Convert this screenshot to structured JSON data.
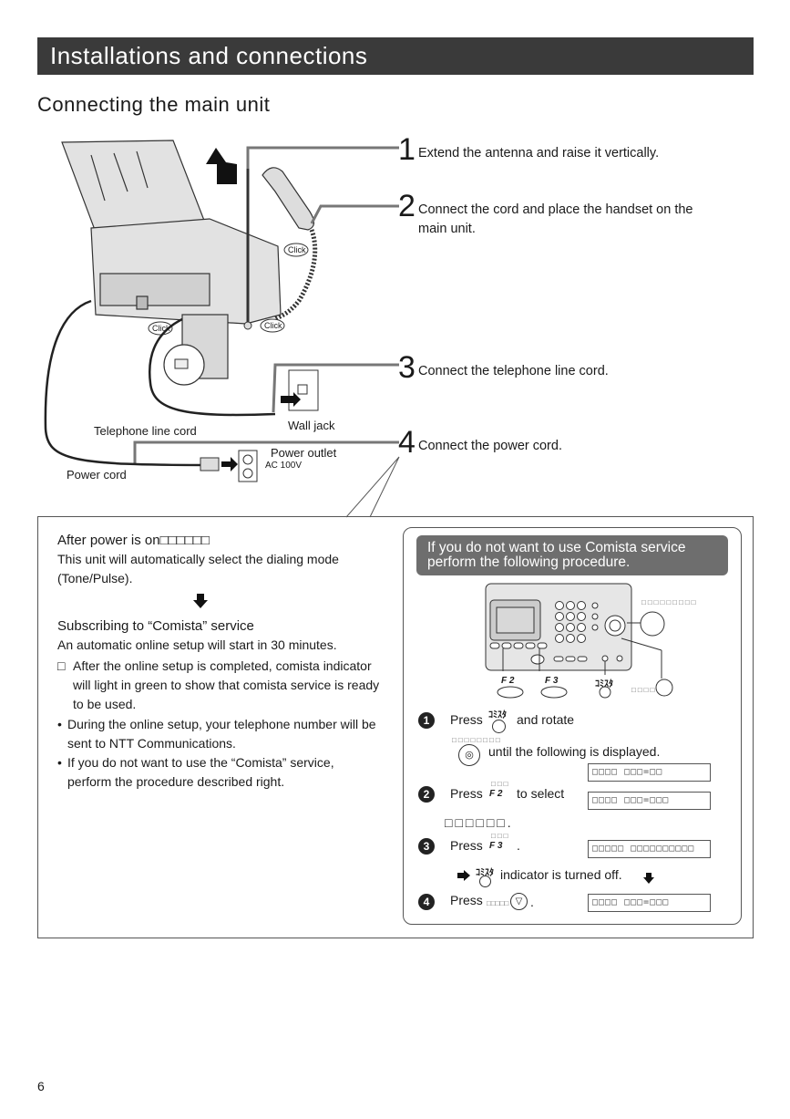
{
  "header": {
    "title": "Installations and connections"
  },
  "section_title": "Connecting the main unit",
  "steps": [
    {
      "num": "1",
      "text": "Extend the antenna and raise it vertically."
    },
    {
      "num": "2",
      "text": "Connect the cord and place the handset on the main unit."
    },
    {
      "num": "3",
      "text": "Connect the telephone line cord."
    },
    {
      "num": "4",
      "text": "Connect the power cord."
    }
  ],
  "illustration": {
    "click_label": "Click",
    "telephone_line_cord": "Telephone line cord",
    "wall_jack": "Wall jack",
    "power_outlet": "Power outlet",
    "ac": "AC 100V",
    "power_cord": "Power cord"
  },
  "after_power": {
    "title": "After power is on",
    "title_suffix": "□□□□□□",
    "text": "This unit will automatically select the dialing mode (Tone/Pulse)."
  },
  "comista": {
    "title": "Subscribing to “Comista” service",
    "intro": "An automatic online setup will start in 30 minutes.",
    "notes": [
      {
        "mark": "□",
        "text": "After the online setup is completed, comista indicator will light in green to show that comista service is ready to be used."
      },
      {
        "mark": "•",
        "text": "During the online setup, your telephone number will be sent to NTT Communications."
      },
      {
        "mark": "•",
        "text": "If you do not want to use the “Comista” service, perform the procedure described right."
      }
    ]
  },
  "procedure": {
    "heading_line1": "If you do not want to use Comista service",
    "heading_line2": "perform the following procedure.",
    "device_labels": {
      "jog": "□□□□□□□□□",
      "f2": "F 2",
      "f3": "F 3",
      "comista_key": "ｺﾐｽﾀ",
      "stop": "□□□□"
    },
    "steps": [
      {
        "num": "1",
        "press": "Press",
        "key": "ｺﾐｽﾀ",
        "after": "and rotate",
        "jog_label": "□□□□□□□□",
        "until": "until the following is displayed.",
        "lcd": "□□□□ □□□=□□"
      },
      {
        "num": "2",
        "press": "Press",
        "key_top": "□□□",
        "key": "F 2",
        "after": "to select",
        "lcd": "□□□□ □□□=□□□",
        "select": "□□□□□□."
      },
      {
        "num": "3",
        "press": "Press",
        "key_top": "□□□",
        "key": "F 3",
        "after": ".",
        "lcd": "□□□□□ □□□□□□□□□□",
        "result_key": "ｺﾐｽﾀ",
        "result": "indicator is turned off."
      },
      {
        "num": "4",
        "press": "Press",
        "stop_label": "□□□□□",
        "after": ".",
        "lcd": "□□□□ □□□=□□□"
      }
    ]
  },
  "page_number": "6"
}
